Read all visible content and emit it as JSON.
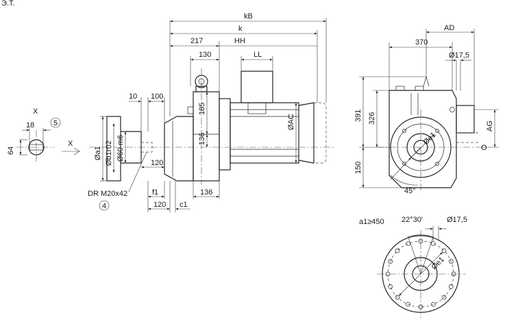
{
  "top_note": "Э.Т.",
  "side_view": {
    "view_marker": "X",
    "callout_5": "5",
    "dim_18": "18",
    "dim_64": "64",
    "direction_marker": "X"
  },
  "main_view": {
    "dim_kB": "kB",
    "dim_k": "k",
    "dim_217": "217",
    "dim_HH": "HH",
    "dim_130": "130",
    "dim_LL": "LL",
    "dim_10": "10",
    "dim_100": "100",
    "dim_185": "185",
    "dim_136_vertical": "136",
    "dim_AC": "ØAC",
    "dim_a1": "Øa1",
    "dim_b1": "Øb1г02",
    "dim_60m6": "Ø60 m6",
    "dim_120_inner": "120",
    "thread_label": "DR M20x42",
    "callout_4": "4",
    "dim_f1": "f1",
    "dim_120_bottom": "120",
    "dim_c1": "c1",
    "dim_136_bottom": "136"
  },
  "end_view": {
    "dim_AD": "AD",
    "dim_370": "370",
    "dim_hole_17_5": "Ø17,5",
    "dim_391": "391",
    "dim_326": "326",
    "dim_150": "150",
    "dim_e1": "Øe1",
    "dim_AG": "AG",
    "dim_O": "O",
    "dim_angle_45": "45°"
  },
  "flange_view": {
    "condition": "a1≥450",
    "dim_angle_22_30": "22°30'",
    "dim_hole_17_5": "Ø17,5",
    "dim_e1": "Øe1"
  }
}
